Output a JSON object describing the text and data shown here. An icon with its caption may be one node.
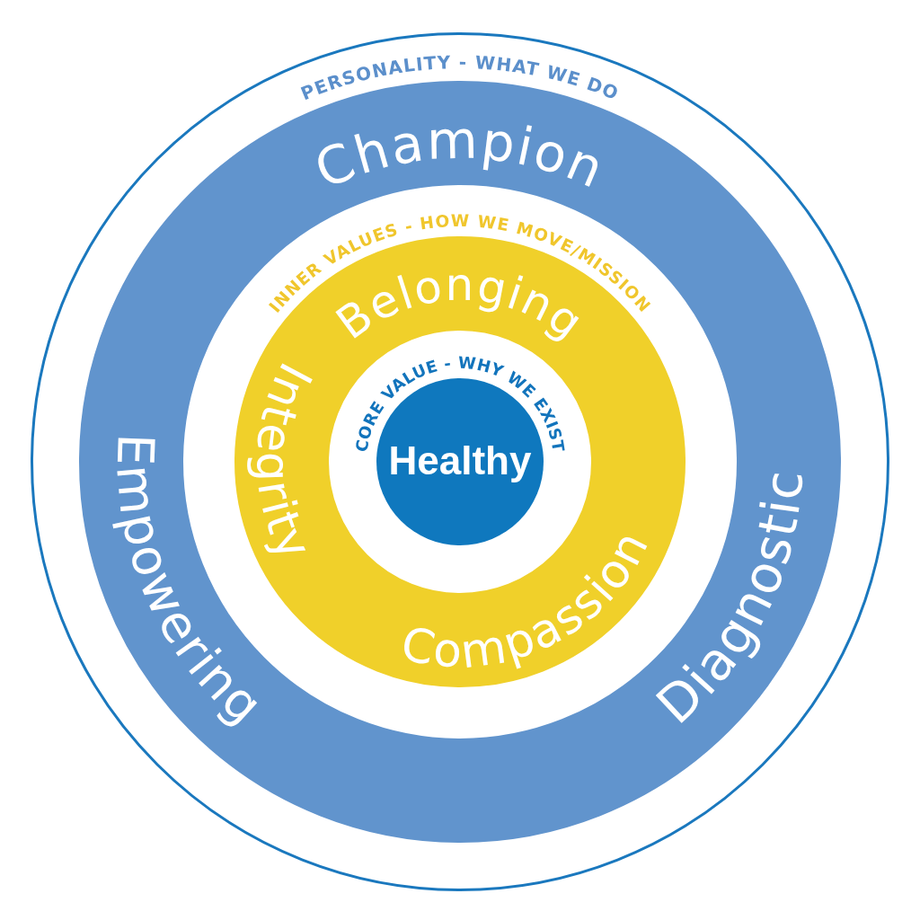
{
  "diagram": {
    "nodes": [
      {
        "text": [],
        "shape": "circle"
      },
      {
        "text": [
          "PERSONALITY - WHAT WE DO",
          "Champion",
          "Empowering",
          "Diagnostic"
        ],
        "in": 0
      },
      {
        "text": [
          "INNER VALUES - HOW WE MOVE/MISSION",
          "Belonging",
          "Integrity",
          "Compassion"
        ],
        "in": 1
      },
      {
        "text": [
          "CORE VALUE - WHY WE EXIST",
          "Healthy"
        ],
        "in": 2
      }
    ]
  }
}
